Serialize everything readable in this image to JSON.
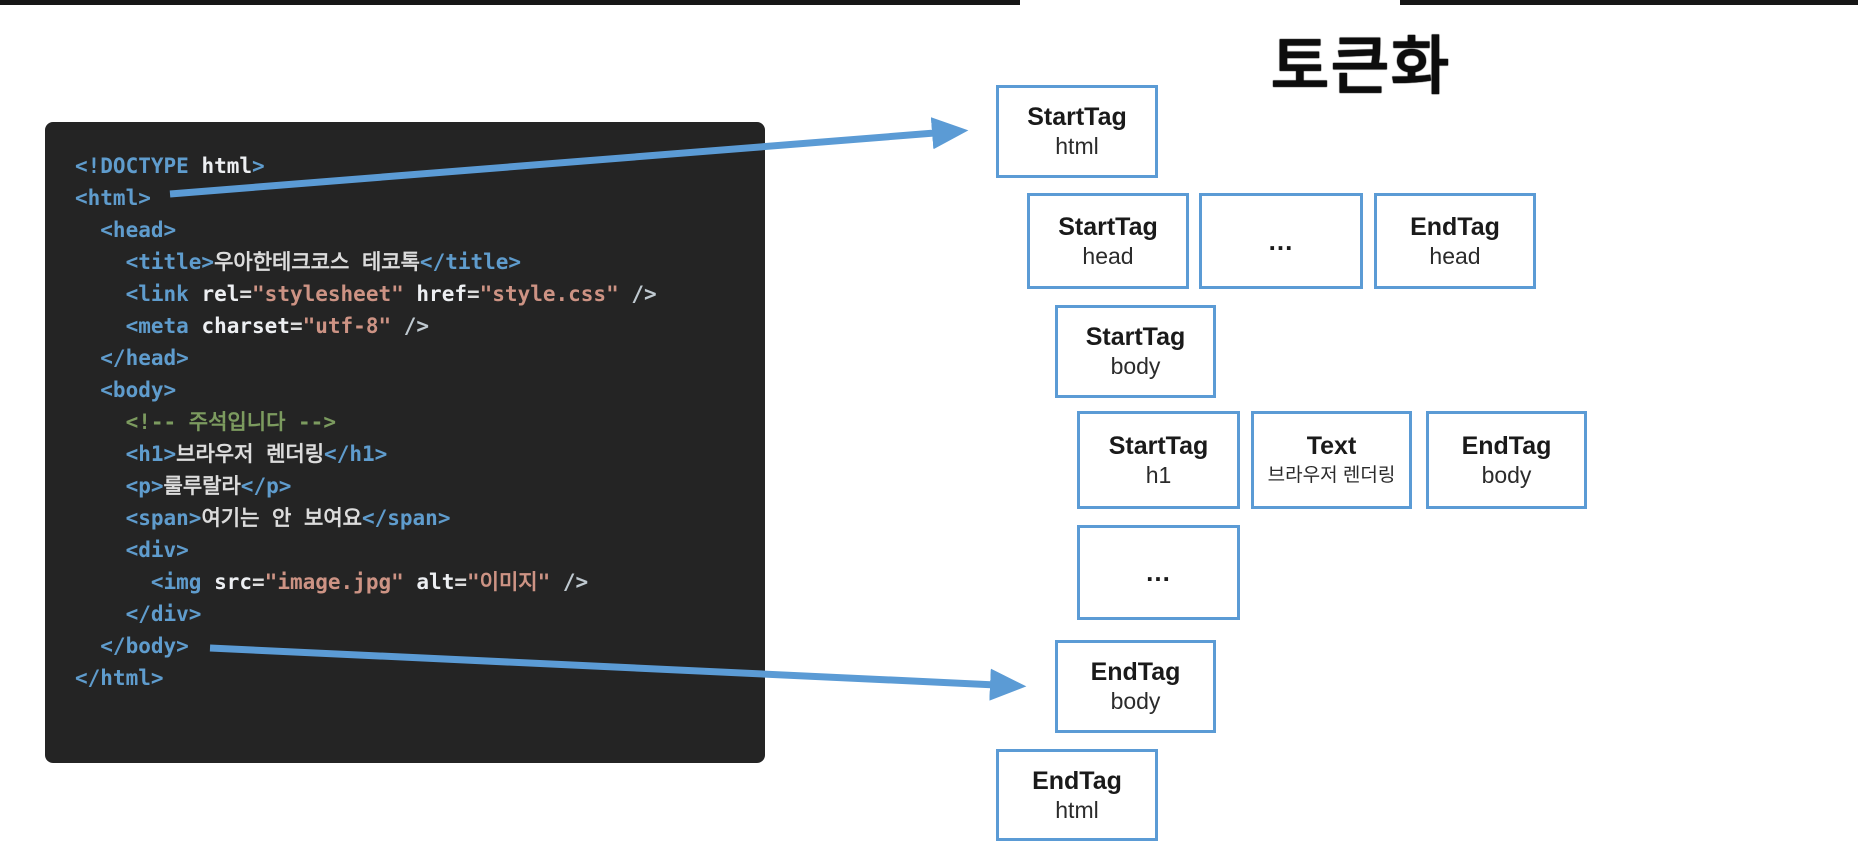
{
  "title": "토큰화",
  "colors": {
    "accent": "#5B9BD5",
    "code_background": "#242424",
    "tag_blue": "#5F9CCD",
    "plain_text": "#DCDCDC",
    "attribute": "#EDEFF2",
    "string_salmon": "#CD9384",
    "comment_green": "#7C9B5F"
  },
  "code": {
    "lines": [
      [
        {
          "c": "tag",
          "t": "<!DOCTYPE "
        },
        {
          "c": "attr",
          "t": "html"
        },
        {
          "c": "tag",
          "t": ">"
        }
      ],
      [
        {
          "c": "tag",
          "t": "<html>"
        }
      ],
      [
        {
          "c": "tag",
          "t": "  <head>"
        }
      ],
      [
        {
          "c": "tag",
          "t": "    <title>"
        },
        {
          "c": "txt",
          "t": "우아한테크코스 테코톡"
        },
        {
          "c": "tag",
          "t": "</title>"
        }
      ],
      [
        {
          "c": "tag",
          "t": "    <link "
        },
        {
          "c": "attr",
          "t": "rel"
        },
        {
          "c": "txt",
          "t": "="
        },
        {
          "c": "str",
          "t": "\"stylesheet\""
        },
        {
          "c": "txt",
          "t": " "
        },
        {
          "c": "attr",
          "t": "href"
        },
        {
          "c": "txt",
          "t": "="
        },
        {
          "c": "str",
          "t": "\"style.css\""
        },
        {
          "c": "pun",
          "t": " />"
        }
      ],
      [
        {
          "c": "tag",
          "t": "    <meta "
        },
        {
          "c": "attr",
          "t": "charset"
        },
        {
          "c": "txt",
          "t": "="
        },
        {
          "c": "str",
          "t": "\"utf-8\""
        },
        {
          "c": "pun",
          "t": " />"
        }
      ],
      [
        {
          "c": "tag",
          "t": "  </head>"
        }
      ],
      [
        {
          "c": "tag",
          "t": "  <body>"
        }
      ],
      [
        {
          "c": "cmt",
          "t": "    <!-- 주석입니다 -->"
        }
      ],
      [
        {
          "c": "tag",
          "t": "    <h1>"
        },
        {
          "c": "txt",
          "t": "브라우저 렌더링"
        },
        {
          "c": "tag",
          "t": "</h1>"
        }
      ],
      [
        {
          "c": "tag",
          "t": "    <p>"
        },
        {
          "c": "txt",
          "t": "룰루랄라"
        },
        {
          "c": "tag",
          "t": "</p>"
        }
      ],
      [
        {
          "c": "tag",
          "t": "    <span>"
        },
        {
          "c": "txt",
          "t": "여기는 안 보여요"
        },
        {
          "c": "tag",
          "t": "</span>"
        }
      ],
      [
        {
          "c": "tag",
          "t": "    <div>"
        }
      ],
      [
        {
          "c": "tag",
          "t": "      <img "
        },
        {
          "c": "attr",
          "t": "src"
        },
        {
          "c": "txt",
          "t": "="
        },
        {
          "c": "str",
          "t": "\"image.jpg\""
        },
        {
          "c": "txt",
          "t": " "
        },
        {
          "c": "attr",
          "t": "alt"
        },
        {
          "c": "txt",
          "t": "="
        },
        {
          "c": "str",
          "t": "\"이미지\""
        },
        {
          "c": "pun",
          "t": " />"
        }
      ],
      [
        {
          "c": "tag",
          "t": "    </div>"
        }
      ],
      [
        {
          "c": "tag",
          "t": "  </body>"
        }
      ],
      [
        {
          "c": "tag",
          "t": "</html>"
        }
      ]
    ]
  },
  "tokens": [
    {
      "label": "StartTag",
      "value": "html"
    },
    {
      "label": "StartTag",
      "value": "head"
    },
    {
      "label": "...",
      "value": ""
    },
    {
      "label": "EndTag",
      "value": "head"
    },
    {
      "label": "StartTag",
      "value": "body"
    },
    {
      "label": "StartTag",
      "value": "h1"
    },
    {
      "label": "Text",
      "value": "브라우저 렌더링"
    },
    {
      "label": "EndTag",
      "value": "body"
    },
    {
      "label": "...",
      "value": ""
    },
    {
      "label": "EndTag",
      "value": "body"
    },
    {
      "label": "EndTag",
      "value": "html"
    }
  ]
}
